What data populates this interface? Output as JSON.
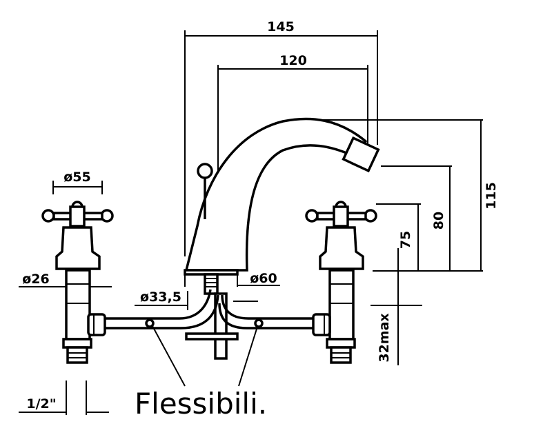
{
  "dimensions": {
    "overall_width": "145",
    "spout_reach": "120",
    "handle_cross_diameter": "ø55",
    "shank_diameter": "ø26",
    "inlet_diameter": "ø33,5",
    "base_diameter": "ø60",
    "total_height": "115",
    "outlet_height": "80",
    "handle_height": "75",
    "max_deck_thickness": "32max",
    "thread_size": "1/2\""
  },
  "callout": {
    "label": "Flessibili."
  }
}
